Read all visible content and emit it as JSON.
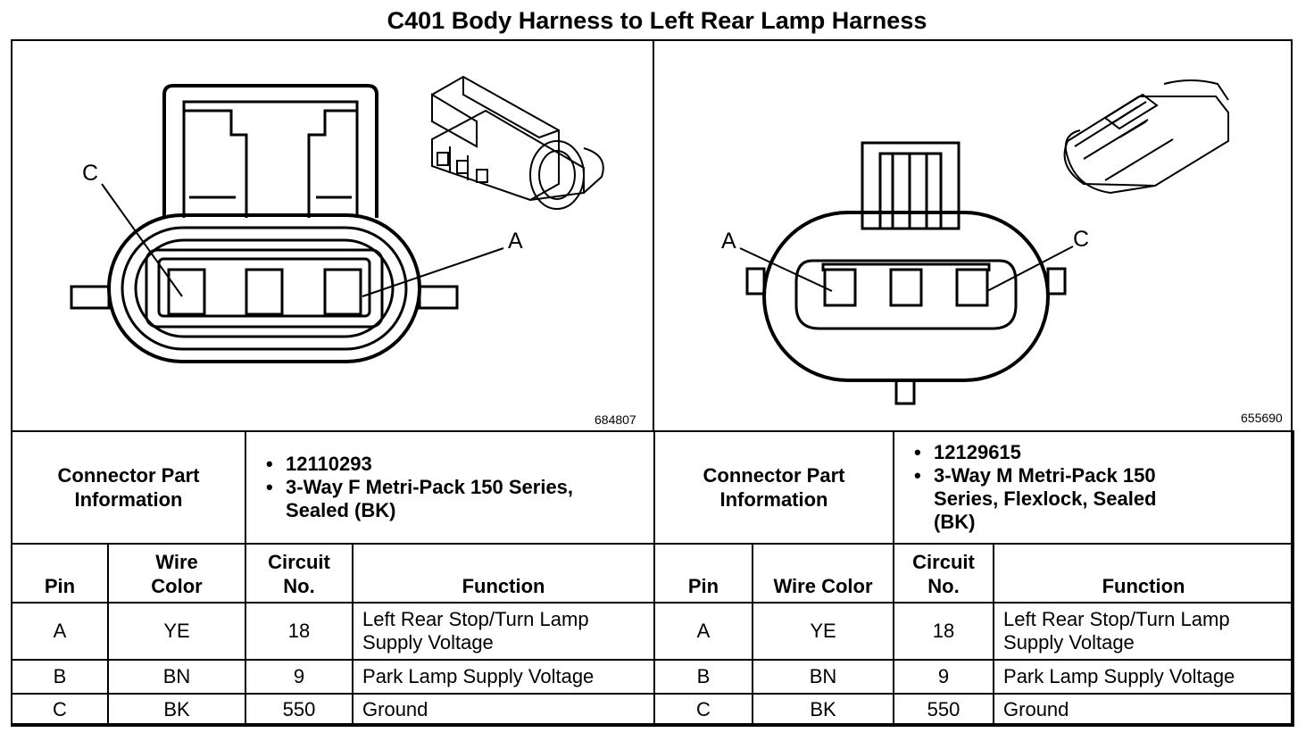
{
  "title": "C401 Body Harness to Left Rear Lamp Harness",
  "left": {
    "figure_number": "684807",
    "pin_labels": {
      "c": "C",
      "a": "A"
    },
    "connector_info_label": "Connector Part Information",
    "part_info": [
      "12110293",
      "3-Way F Metri-Pack 150 Series, Sealed (BK)"
    ],
    "columns": [
      "Pin",
      "Wire Color",
      "Circuit No.",
      "Function"
    ],
    "rows": [
      {
        "pin": "A",
        "wire": "YE",
        "circuit": "18",
        "function": "Left Rear Stop/Turn Lamp Supply Voltage"
      },
      {
        "pin": "B",
        "wire": "BN",
        "circuit": "9",
        "function": "Park Lamp Supply Voltage"
      },
      {
        "pin": "C",
        "wire": "BK",
        "circuit": "550",
        "function": "Ground"
      }
    ]
  },
  "right": {
    "figure_number": "655690",
    "pin_labels": {
      "a": "A",
      "c": "C"
    },
    "connector_info_label": "Connector Part Information",
    "part_info": [
      "12129615",
      "3-Way M Metri-Pack 150 Series, Flexlock, Sealed (BK)"
    ],
    "columns": [
      "Pin",
      "Wire Color",
      "Circuit No.",
      "Function"
    ],
    "rows": [
      {
        "pin": "A",
        "wire": "YE",
        "circuit": "18",
        "function": "Left Rear Stop/Turn Lamp Supply Voltage"
      },
      {
        "pin": "B",
        "wire": "BN",
        "circuit": "9",
        "function": "Park Lamp Supply Voltage"
      },
      {
        "pin": "C",
        "wire": "BK",
        "circuit": "550",
        "function": "Ground"
      }
    ]
  }
}
